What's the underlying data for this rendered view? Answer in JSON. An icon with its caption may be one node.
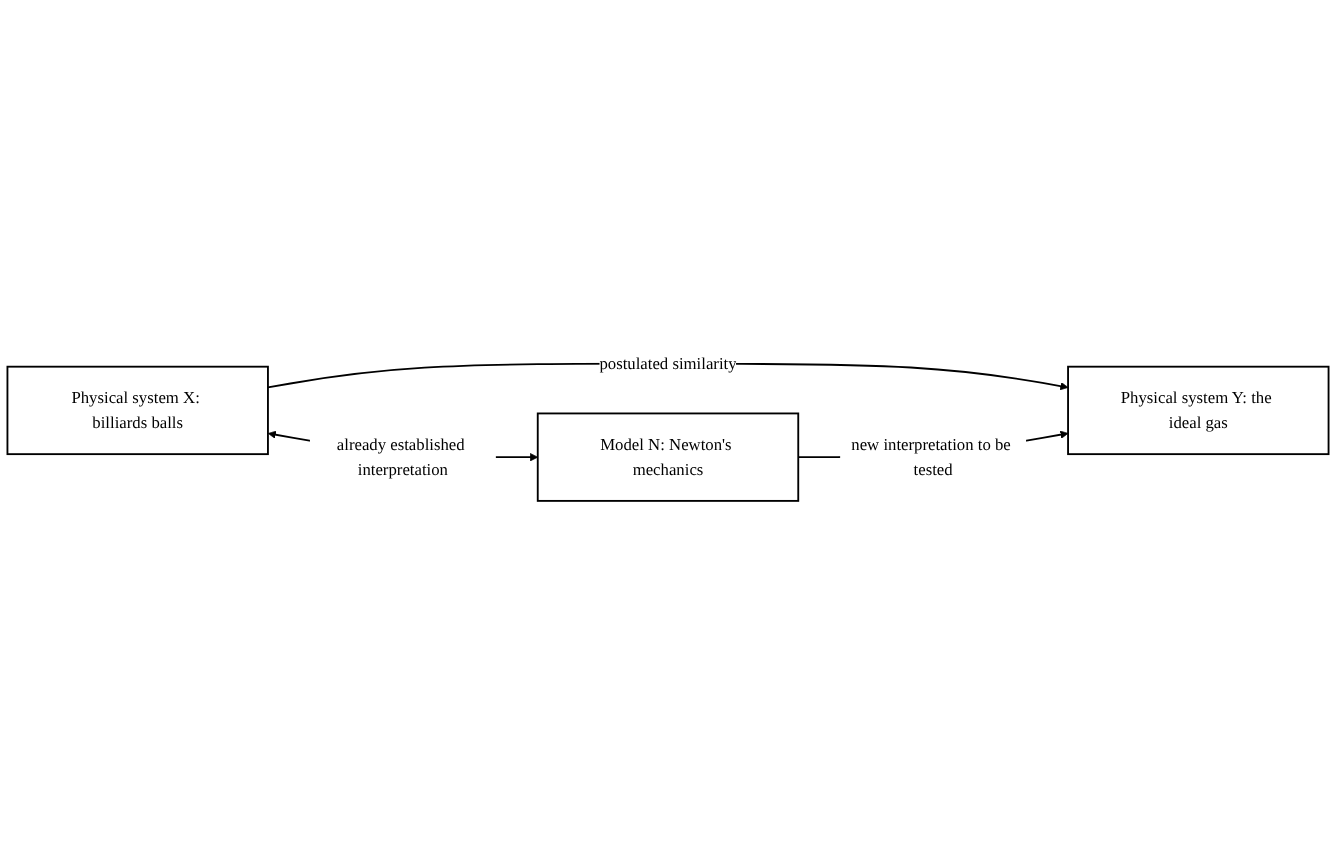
{
  "diagram": {
    "nodes": [
      {
        "text": [
          "Physical system X: billiards balls"
        ]
      },
      {
        "text": [
          "Physical system Y: the ideal gas"
        ]
      },
      {
        "text": [
          "Model N: Newton's mechanics"
        ]
      }
    ],
    "edges": [
      {
        "from": 0,
        "to": 1,
        "arrow": "to",
        "label": "postulated similarity"
      },
      {
        "from": 0,
        "to": 2,
        "arrow": "both",
        "label": "already established interpretation"
      },
      {
        "from": 2,
        "to": 1,
        "arrow": "to",
        "label": "new interpretation to be tested"
      }
    ]
  }
}
